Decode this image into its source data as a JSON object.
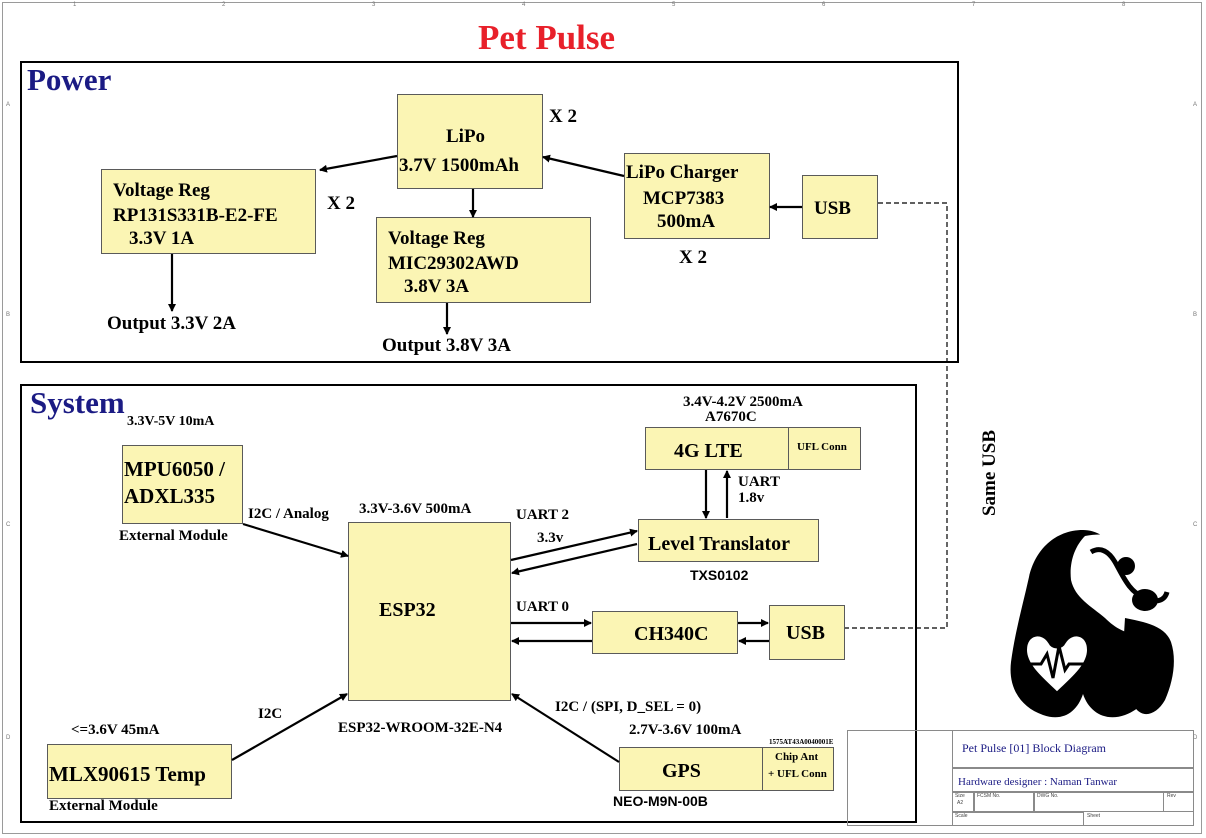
{
  "title": "Pet Pulse",
  "ruler": {
    "top": [
      "1",
      "2",
      "3",
      "4",
      "5",
      "6",
      "7",
      "8"
    ],
    "side": [
      "A",
      "B",
      "C",
      "D"
    ]
  },
  "power": {
    "heading": "Power",
    "lipo": {
      "name": "LiPo",
      "spec": "3.7V 1500mAh",
      "qty": "X 2"
    },
    "vreg1": {
      "name": "Voltage Reg",
      "part": "RP131S331B-E2-FE",
      "spec": "3.3V 1A",
      "qty": "X 2",
      "output": "Output 3.3V 2A"
    },
    "vreg2": {
      "name": "Voltage Reg",
      "part": "MIC29302AWD",
      "spec": "3.8V 3A",
      "output": "Output 3.8V 3A"
    },
    "charger": {
      "name": "LiPo Charger",
      "part": "MCP7383",
      "spec": "500mA",
      "qty": "X 2"
    },
    "usb": {
      "name": "USB"
    }
  },
  "link_label": "Same USB",
  "system": {
    "heading": "System",
    "imu": {
      "power": "3.3V-5V 10mA",
      "line1": "MPU6050 /",
      "line2": "ADXL335",
      "note": "External Module",
      "bus": "I2C / Analog"
    },
    "esp32": {
      "name": "ESP32",
      "power": "3.3V-3.6V 500mA",
      "part": "ESP32-WROOM-32E-N4"
    },
    "lte": {
      "power": "3.4V-4.2V 2500mA",
      "part": "A7670C",
      "name": "4G LTE",
      "ant": "UFL Conn",
      "uart_label": "UART",
      "uart_voltage": "1.8v"
    },
    "level": {
      "name": "Level Translator",
      "part": "TXS0102",
      "uart_label": "UART 2",
      "uart_voltage": "3.3v"
    },
    "ch340": {
      "name": "CH340C",
      "uart_label": "UART 0"
    },
    "usb": {
      "name": "USB"
    },
    "temp": {
      "power": "<=3.6V 45mA",
      "name": "MLX90615 Temp",
      "note": "External Module",
      "bus": "I2C"
    },
    "gps": {
      "name": "GPS",
      "power": "2.7V-3.6V 100mA",
      "part": "NEO-M9N-00B",
      "ant_code": "1575AT43A0040001E",
      "ant1": "Chip Ant",
      "ant2": "+ UFL Conn",
      "bus": "I2C / (SPI, D_SEL = 0)"
    }
  },
  "title_block": {
    "title": "Pet Pulse [01] Block Diagram",
    "designer": "Hardware designer : Naman Tanwar",
    "size_label": "Size",
    "size_value": "A2",
    "fcsm_label": "FCSM No.",
    "dwg_label": "DWG No.",
    "rev_label": "Rev",
    "scale_label": "Scale",
    "sheet_label": "Sheet"
  },
  "colors": {
    "block_fill": "#fbf5b4",
    "title_red": "#e8202a",
    "heading_blue": "#1b1b84"
  },
  "logo": {
    "name": "dog-heartbeat-logo"
  }
}
